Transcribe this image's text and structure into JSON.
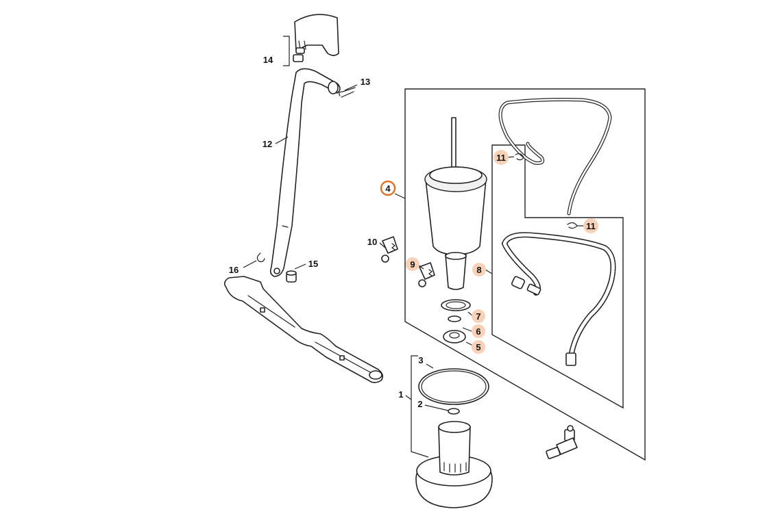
{
  "callouts": {
    "p1": "1",
    "p2": "2",
    "p3": "3",
    "p4": "4",
    "p5": "5",
    "p6": "6",
    "p7": "7",
    "p8": "8",
    "p9": "9",
    "p10": "10",
    "p11a": "11",
    "p11b": "11",
    "p12": "12",
    "p13": "13",
    "p14": "14",
    "p15": "15",
    "p16": "16"
  },
  "colors": {
    "selected_ring": "#e07020",
    "highlight_fill": "#f7d2b8",
    "line": "#222222"
  },
  "selected_part": "4",
  "highlighted_parts": [
    "5",
    "6",
    "7",
    "8",
    "9",
    "11"
  ]
}
